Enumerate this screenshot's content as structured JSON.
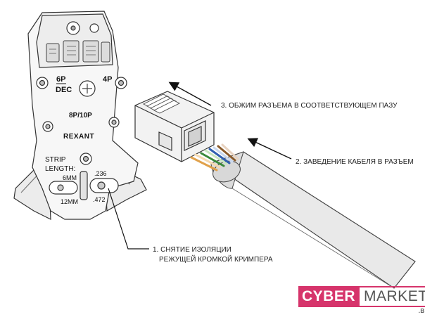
{
  "tool": {
    "top_left_label": "6P",
    "top_left_sub": "DEC",
    "top_right_label": "4P",
    "middle_label": "8P/10P",
    "brand": "REXANT",
    "strip_label_1": "STRIP",
    "strip_label_2": "LENGTH:",
    "size_6mm": "6MM",
    "size_12mm": "12MM",
    "inch_236": ".236",
    "inch_472": ".472"
  },
  "annotations": {
    "step1_line1": "1. СНЯТИЕ ИЗОЛЯЦИИ",
    "step1_line2": "РЕЖУЩЕЙ КРОМКОЙ КРИМПЕРА",
    "step2": "2. ЗАВЕДЕНИЕ КАБЕЛЯ В РАЗЪЕМ",
    "step3": "3. ОБЖИМ РАЗЪЕМА В СООТВЕТСТВУЮЩЕМ ПАЗУ"
  },
  "watermark": {
    "left": "CYBER",
    "right": "MARKET",
    "suffix": ".BY",
    "accent_color": "#d6346b"
  }
}
